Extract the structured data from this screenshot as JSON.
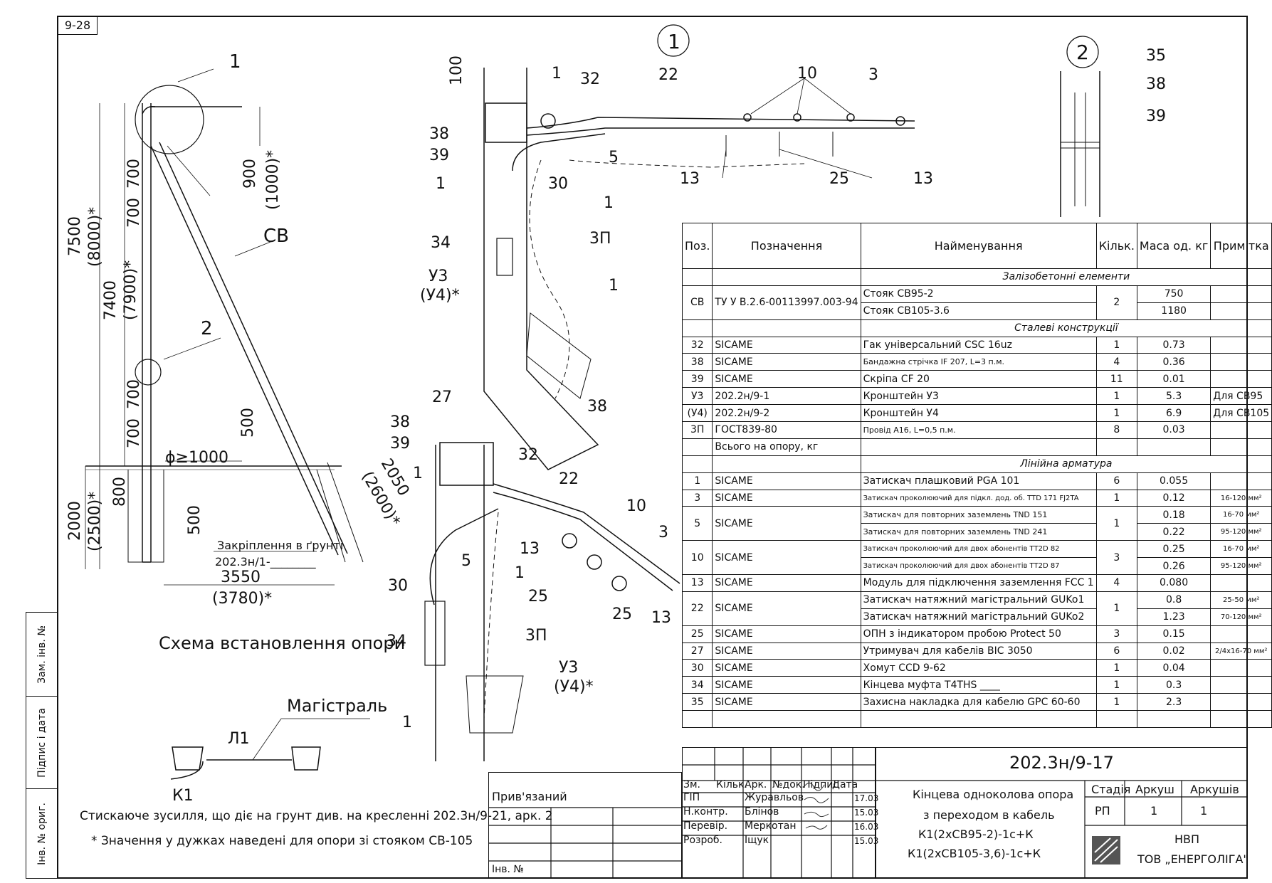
{
  "sheet_number": "9-28",
  "drawing": {
    "pole_scheme": {
      "title": "Схема встановлення опори",
      "labels": {
        "pos1": "1",
        "pos2": "2",
        "sv": "СВ",
        "h_total": "7500",
        "h_total_alt": "(8000)*",
        "h_above": "7400",
        "h_above_alt": "(7900)*",
        "d1": "700",
        "d2": "700",
        "d3": "700",
        "d4": "700",
        "h900": "900",
        "h900_alt": "(1000)*",
        "d500a": "500",
        "diam": "ϕ≥1000",
        "d800": "800",
        "d2000": "2000",
        "d2000_alt": "(2500)*",
        "d500b": "500",
        "d2050": "2050",
        "d2050_alt": "(2600)*",
        "anchor_label": "Закріплення в ґрунті",
        "anchor_ref": "202.3н/1-________",
        "span": "3550",
        "span_alt": "(3780)*"
      }
    },
    "detail1": {
      "circle": "1",
      "labels": [
        "100",
        "1",
        "32",
        "22",
        "10",
        "3",
        "38",
        "39",
        "5",
        "1",
        "30",
        "13",
        "25",
        "13",
        "1",
        "34",
        "3П",
        "У3",
        "(У4)*",
        "1",
        "27",
        "38"
      ]
    },
    "detail2": {
      "circle": "2",
      "labels": [
        "35",
        "38",
        "39"
      ]
    },
    "iso": {
      "labels": [
        "38",
        "39",
        "32",
        "22",
        "1",
        "10",
        "3",
        "13",
        "5",
        "1",
        "25",
        "25",
        "13",
        "30",
        "3П",
        "34",
        "У3",
        "(У4)*",
        "1"
      ]
    },
    "mainline": {
      "title": "Магістраль",
      "l1": "Л1",
      "k1": "К1"
    }
  },
  "notes": [
    "Стискаюче зусилля, що діє на грунт див. на кресленні 202.3н/9-21, арк. 2",
    "* Значення у дужках наведені для опори зі стояком СВ-105"
  ],
  "spec_table": {
    "headers": [
      "Поз.",
      "Позначення",
      "Найменування",
      "Кільк.",
      "Маса од. кг",
      "Примітка"
    ],
    "sections": {
      "reinforced": "Залізобетонні елементи",
      "steel": "Сталеві конструкції",
      "linear": "Лінійна арматура"
    },
    "sv": {
      "pos": "СВ",
      "code": "ТУ У В.2.6-00113997.003-94",
      "name1": "Стояк СВ95-2",
      "name2": "Стояк СВ105-3.6",
      "qty": "2",
      "mass1": "750",
      "mass2": "1180"
    },
    "steel_rows": [
      {
        "pos": "32",
        "code": "SICAME",
        "name": "Гак універсальний CSC 16uz",
        "qty": "1",
        "mass": "0.73",
        "note": ""
      },
      {
        "pos": "38",
        "code": "SICAME",
        "name": "Бандажна стрічка IF 207, L=3 п.м.",
        "qty": "4",
        "mass": "0.36",
        "note": ""
      },
      {
        "pos": "39",
        "code": "SICAME",
        "name": "Скріпа CF 20",
        "qty": "11",
        "mass": "0.01",
        "note": ""
      },
      {
        "pos": "У3",
        "code": "202.2н/9-1",
        "name": "Кронштейн У3",
        "qty": "1",
        "mass": "5.3",
        "note": "Для СВ95"
      },
      {
        "pos": "(У4)",
        "code": "202.2н/9-2",
        "name": "Кронштейн У4",
        "qty": "1",
        "mass": "6.9",
        "note": "Для СВ105"
      },
      {
        "pos": "3П",
        "code": "ГОСТ839-80",
        "name": "Провід А16, L=0,5 п.м.",
        "qty": "8",
        "mass": "0.03",
        "note": ""
      }
    ],
    "total": "Всього на опору, кг",
    "lin": {
      "r1": {
        "pos": "1",
        "code": "SICAME",
        "name": "Затискач плашковий PGA 101",
        "qty": "6",
        "mass": "0.055",
        "note": ""
      },
      "r3": {
        "pos": "3",
        "code": "SICAME",
        "name": "Затискач проколюючий для підкл. дод. об. TTD 171 FJ2TA",
        "qty": "1",
        "mass": "0.12",
        "note": "16-120 мм²"
      },
      "r5": {
        "pos": "5",
        "code": "SICAME",
        "name1": "Затискач для повторних заземлень TND 151",
        "name2": "Затискач для повторних заземлень TND 241",
        "qty": "1",
        "mass1": "0.18",
        "mass2": "0.22",
        "note1": "16-70 мм²",
        "note2": "95-120 мм²"
      },
      "r10": {
        "pos": "10",
        "code": "SICAME",
        "name1": "Затискач проколюючий для двох абонентів TT2D 82",
        "name2": "Затискач проколюючий для двох абонентів TT2D 87",
        "qty": "3",
        "mass1": "0.25",
        "mass2": "0.26",
        "note1": "16-70 мм²",
        "note2": "95-120 мм²"
      },
      "r13": {
        "pos": "13",
        "code": "SICAME",
        "name": "Модуль для підключення заземлення FCC 1",
        "qty": "4",
        "mass": "0.080",
        "note": ""
      },
      "r22": {
        "pos": "22",
        "code": "SICAME",
        "name1": "Затискач натяжний магістральний GUKo1",
        "name2": "Затискач натяжний магістральний GUKo2",
        "qty": "1",
        "mass1": "0.8",
        "mass2": "1.23",
        "note1": "25-50 мм²",
        "note2": "70-120 мм²"
      },
      "r25": {
        "pos": "25",
        "code": "SICAME",
        "name": "ОПН з індикатором пробою Protect 50",
        "qty": "3",
        "mass": "0.15",
        "note": ""
      },
      "r27": {
        "pos": "27",
        "code": "SICAME",
        "name": "Утримувач для кабелів BIC 3050",
        "qty": "6",
        "mass": "0.02",
        "note": "2/4x16-70 мм²"
      },
      "r30": {
        "pos": "30",
        "code": "SICAME",
        "name": "Хомут CCD 9-62",
        "qty": "1",
        "mass": "0.04",
        "note": ""
      },
      "r34": {
        "pos": "34",
        "code": "SICAME",
        "name": "Кінцева муфта T4THS ____",
        "qty": "1",
        "mass": "0.3",
        "note": ""
      },
      "r35": {
        "pos": "35",
        "code": "SICAME",
        "name": "Захисна накладка для кабелю GPC 60-60",
        "qty": "1",
        "mass": "2.3",
        "note": ""
      }
    }
  },
  "title_block": {
    "doc_code": "202.3н/9-17",
    "bound": "Прив'язаний",
    "inv": "Інв. №",
    "cols": [
      "Зм.",
      "Кільк.",
      "Арк.",
      "№док.",
      "Підпис",
      "Дата"
    ],
    "people": [
      {
        "role": "ГІП",
        "name": "Журавльов",
        "date": "17.03"
      },
      {
        "role": "Н.контр.",
        "name": "Блінов",
        "date": "15.03"
      },
      {
        "role": "Перевір.",
        "name": "Меркотан",
        "date": "16.03"
      },
      {
        "role": "Розроб.",
        "name": "Іщук",
        "date": "15.03"
      }
    ],
    "desc": [
      "Кінцева одноколова опора",
      "з переходом в кабель",
      "К1(2хСВ95-2)-1с+К",
      "К1(2хСВ105-3,6)-1с+К"
    ],
    "stage_h": "Стадія",
    "sheet_h": "Аркуш",
    "sheets_h": "Аркушів",
    "stage": "РП",
    "sheet": "1",
    "sheets": "1",
    "org1": "НВП",
    "org2": "ТОВ „ЕНЕРГОЛІГА\""
  },
  "sidebar": [
    "Зам. інв. №",
    "Підпис і дата",
    "Інв. № ориг."
  ]
}
